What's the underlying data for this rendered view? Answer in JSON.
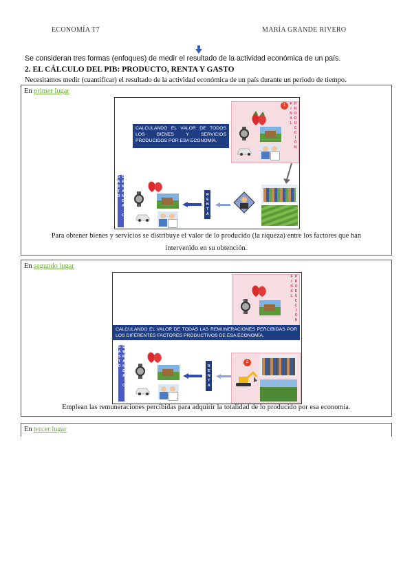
{
  "header": {
    "left": "ECONOMÍA T7",
    "right": "MARÍA GRANDE RIVERO"
  },
  "intro": "Se consideran tres formas (enfoques) de medir el resultado de la actividad económica de un país.",
  "section_title": "2. EL CÁLCULO DEL PIB: PRODUCTO, RENTA Y GASTO",
  "lead": "Necesitamos medir (cuantificar) el resultado de la actividad económica de un país durante un periodo de tiempo.",
  "box1": {
    "prefix": "En ",
    "link": "primer lugar",
    "banner": "CALCULANDO EL VALOR DE TODOS LOS BIENES Y SERVICIOS PRODUCIDOS POR ESA ECONOMÍA.",
    "badge": "1",
    "vertical_produccion": "PRODUCCIÓN FINAL",
    "vertical_demanda": "DEMANDA O GASTO",
    "vertical_renta": "RENTA",
    "caption": "Para obtener bienes y servicios se distribuye el valor de lo producido (la riqueza) entre los factores que han intervenido en su obtención."
  },
  "box2": {
    "prefix": "En ",
    "link": "segundo lugar",
    "banner": "CALCULANDO EL VALOR DE TODAS LAS REMUNERACIONES PERCIBIDAS POR LOS DIFERENTES FACTORES PRODUCTIVOS DE ESA ECONOMÍA.",
    "badge": "2",
    "vertical_produccion": "PRODUCCIÓN FINAL",
    "vertical_demanda": "DEMANDA O GASTO",
    "vertical_renta": "RENTA",
    "caption": "Emplean las remuneraciones percibidas para adquirir la totalidad de lo producido por esa economía."
  },
  "box3": {
    "prefix": "En ",
    "link": "tercer lugar"
  },
  "colors": {
    "accent_blue": "#1f3d82",
    "link_green": "#6fae3c",
    "pink": "#f6dde2"
  }
}
